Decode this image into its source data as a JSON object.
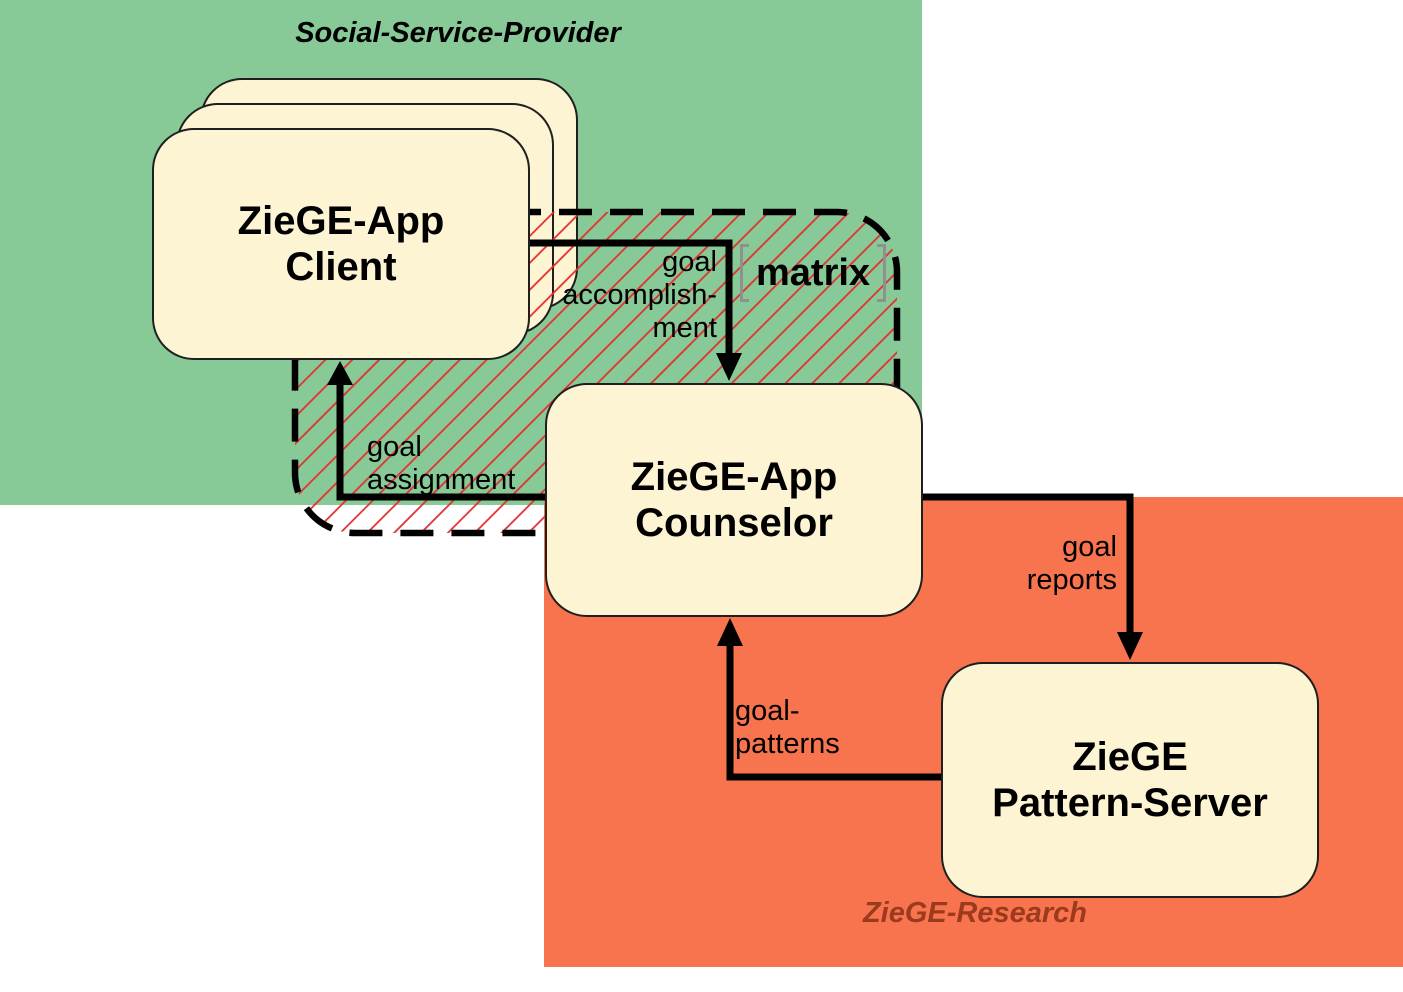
{
  "diagram": {
    "regions": {
      "social_service_provider": {
        "label": "Social-Service-Provider"
      },
      "ziege_research": {
        "label": "ZieGE-Research"
      }
    },
    "nodes": {
      "client": {
        "lines": [
          "ZieGE-App",
          "Client"
        ]
      },
      "counselor": {
        "lines": [
          "ZieGE-App",
          "Counselor"
        ]
      },
      "pattern_server": {
        "lines": [
          "ZieGE",
          "Pattern-Server"
        ]
      }
    },
    "matrix": {
      "label": "matrix"
    },
    "edges": {
      "goal_accomplishment": {
        "lines": [
          "goal",
          "accomplish-",
          "ment"
        ]
      },
      "goal_assignment": {
        "lines": [
          "goal",
          "assignment"
        ]
      },
      "goal_reports": {
        "lines": [
          "goal",
          "reports"
        ]
      },
      "goal_patterns": {
        "lines": [
          "goal-",
          "patterns"
        ]
      }
    }
  },
  "colors": {
    "region-green": "#87ca98",
    "region-orange": "#f8744f",
    "node-cream": "#fcf4d2",
    "node-border": "#1f1f1f",
    "arrow-black": "#000000",
    "hatch-red": "#e23030",
    "research-label": "#9c3a1e",
    "bracket-gray": "#909090",
    "text-black": "#000000"
  }
}
